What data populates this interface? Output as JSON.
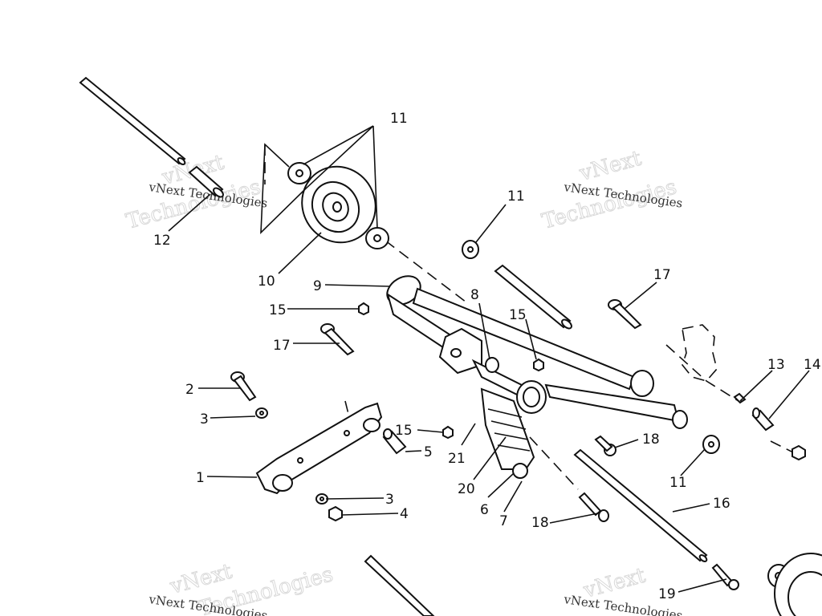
{
  "diagram": {
    "callouts": [
      {
        "id": "1",
        "text": "1"
      },
      {
        "id": "2",
        "text": "2"
      },
      {
        "id": "3a",
        "text": "3"
      },
      {
        "id": "3b",
        "text": "3"
      },
      {
        "id": "4",
        "text": "4"
      },
      {
        "id": "5",
        "text": "5"
      },
      {
        "id": "6",
        "text": "6"
      },
      {
        "id": "7",
        "text": "7"
      },
      {
        "id": "8",
        "text": "8"
      },
      {
        "id": "9",
        "text": "9"
      },
      {
        "id": "10",
        "text": "10"
      },
      {
        "id": "11a",
        "text": "11"
      },
      {
        "id": "11b",
        "text": "11"
      },
      {
        "id": "11c",
        "text": "11"
      },
      {
        "id": "12",
        "text": "12"
      },
      {
        "id": "13",
        "text": "13"
      },
      {
        "id": "14",
        "text": "14"
      },
      {
        "id": "15a",
        "text": "15"
      },
      {
        "id": "15b",
        "text": "15"
      },
      {
        "id": "15c",
        "text": "15"
      },
      {
        "id": "16",
        "text": "16"
      },
      {
        "id": "17a",
        "text": "17"
      },
      {
        "id": "17b",
        "text": "17"
      },
      {
        "id": "18a",
        "text": "18"
      },
      {
        "id": "18b",
        "text": "18"
      },
      {
        "id": "19",
        "text": "19"
      },
      {
        "id": "20",
        "text": "20"
      },
      {
        "id": "21",
        "text": "21"
      }
    ],
    "watermark": {
      "line1": "vNext Technologies",
      "big1": "vNext",
      "big2": "Technologies"
    }
  }
}
